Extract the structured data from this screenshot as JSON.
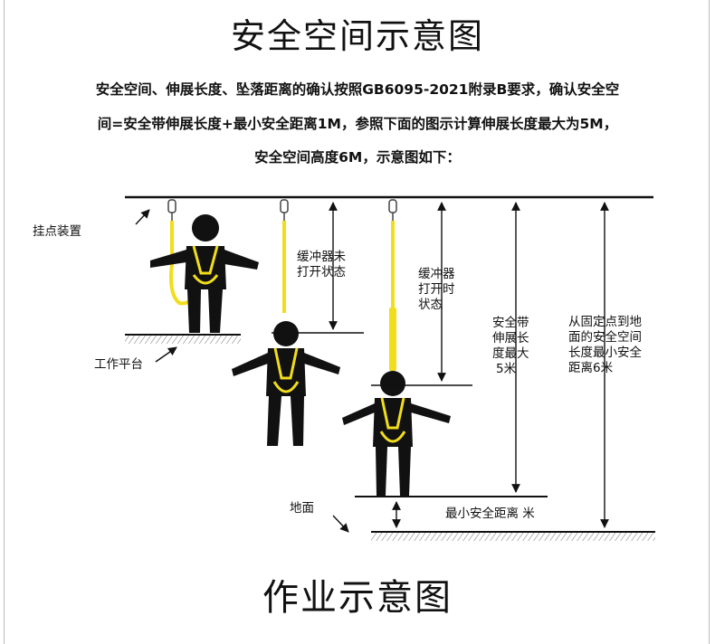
{
  "title": "安全空间示意图",
  "intro": {
    "line1": "安全空间、伸展长度、坠落距离的确认按照GB6095-2021附录B要求，确认安全空",
    "line2": "间=安全带伸展长度+最小安全距离1M，参照下面的图示计算伸展长度最大为5M，",
    "line3": "安全空间高度6M，示意图如下："
  },
  "labels": {
    "anchor": "挂点装置",
    "platform": "工作平台",
    "ground": "地面",
    "absorber_closed": [
      "缓冲器未",
      "打开状态"
    ],
    "absorber_open": [
      "缓冲器",
      "打开时",
      "状态"
    ],
    "extension": [
      "安全带",
      "伸展长",
      "度最大",
      "5米"
    ],
    "clearance_total": [
      "从固定点到地",
      "面的安全空间",
      "长度最小安全",
      "距离6米"
    ],
    "min_distance": "最小安全距离 米"
  },
  "footer": "作业示意图",
  "colors": {
    "lanyard": "#f2dd1c",
    "figure": "#111111",
    "line": "#111111"
  }
}
